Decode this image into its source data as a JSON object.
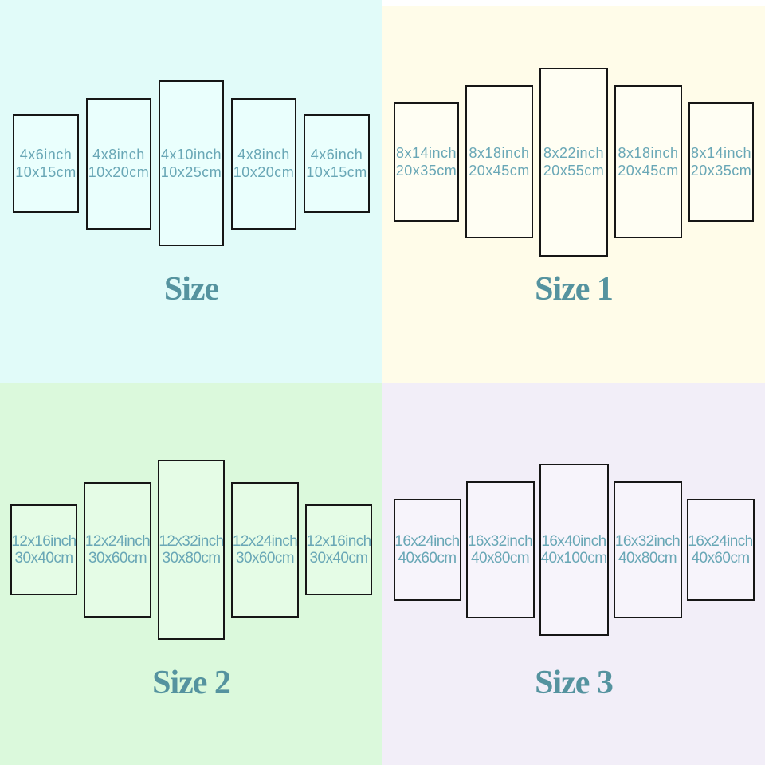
{
  "colors": {
    "q1-bg": "#e1fbf9",
    "q1-panel": "#eafffd",
    "q2-bg": "#fffce9",
    "q2-panel": "#fffef3",
    "q3-bg": "#dbf9dc",
    "q3-panel": "#e5fce6",
    "q4-bg": "#f2eef8",
    "q4-panel": "#f7f4fb",
    "line": "#161616",
    "label": "#69a7b6",
    "title": "#55939f",
    "strip": "#ffffff"
  },
  "quadrants": [
    {
      "title": "Size",
      "panels": [
        {
          "inch": "4x6inch",
          "cm": "10x15cm"
        },
        {
          "inch": "4x8inch",
          "cm": "10x20cm"
        },
        {
          "inch": "4x10inch",
          "cm": "10x25cm"
        },
        {
          "inch": "4x8inch",
          "cm": "10x20cm"
        },
        {
          "inch": "4x6inch",
          "cm": "10x15cm"
        }
      ]
    },
    {
      "title": "Size 1",
      "panels": [
        {
          "inch": "8x14inch",
          "cm": "20x35cm"
        },
        {
          "inch": "8x18inch",
          "cm": "20x45cm"
        },
        {
          "inch": "8x22inch",
          "cm": "20x55cm"
        },
        {
          "inch": "8x18inch",
          "cm": "20x45cm"
        },
        {
          "inch": "8x14inch",
          "cm": "20x35cm"
        }
      ]
    },
    {
      "title": "Size 2",
      "panels": [
        {
          "inch": "12x16inch",
          "cm": "30x40cm"
        },
        {
          "inch": "12x24inch",
          "cm": "30x60cm"
        },
        {
          "inch": "12x32inch",
          "cm": "30x80cm"
        },
        {
          "inch": "12x24inch",
          "cm": "30x60cm"
        },
        {
          "inch": "12x16inch",
          "cm": "30x40cm"
        }
      ]
    },
    {
      "title": "Size 3",
      "panels": [
        {
          "inch": "16x24inch",
          "cm": "40x60cm"
        },
        {
          "inch": "16x32inch",
          "cm": "40x80cm"
        },
        {
          "inch": "16x40inch",
          "cm": "40x100cm"
        },
        {
          "inch": "16x32inch",
          "cm": "40x80cm"
        },
        {
          "inch": "16x24inch",
          "cm": "40x60cm"
        }
      ]
    }
  ]
}
